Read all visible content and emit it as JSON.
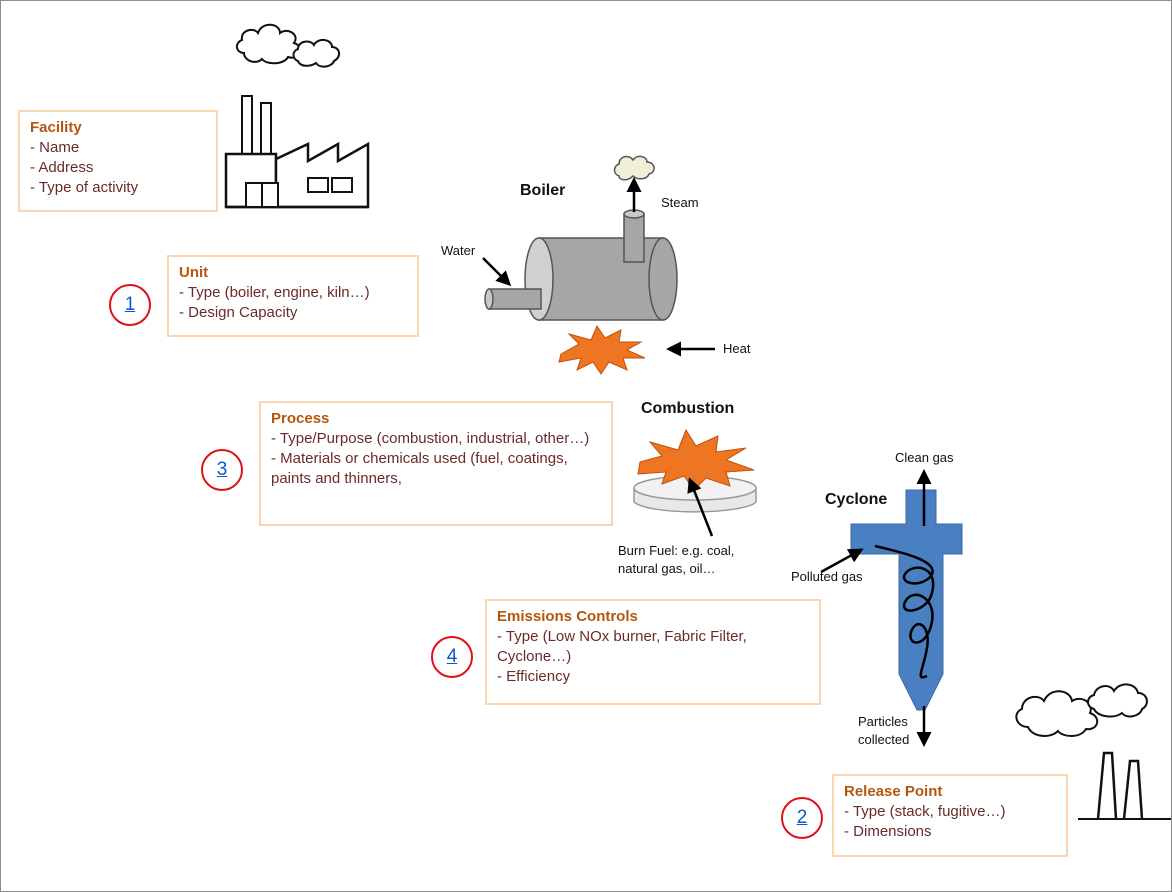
{
  "facility": {
    "title": "Facility",
    "lines": [
      "- Name",
      "- Address",
      "- Type of activity"
    ]
  },
  "unit": {
    "badge": "1",
    "title": "Unit",
    "lines": [
      "- Type (boiler, engine, kiln…)",
      "- Design Capacity"
    ]
  },
  "process": {
    "badge": "3",
    "title": "Process",
    "line1": "- Type/Purpose (combustion, industrial, other…)",
    "line2": "- Materials or chemicals used (fuel, coatings, paints and thinners,"
  },
  "controls": {
    "badge": "4",
    "title": "Emissions Controls",
    "line1": "- Type (Low NOx burner, Fabric Filter, Cyclone…)",
    "line2": "- Efficiency"
  },
  "release": {
    "badge": "2",
    "title": "Release Point",
    "lines": [
      "- Type (stack, fugitive…)",
      "- Dimensions"
    ]
  },
  "boiler": {
    "title": "Boiler",
    "water": "Water",
    "steam": "Steam",
    "heat": "Heat"
  },
  "combustion": {
    "title": "Combustion",
    "fuel1": "Burn Fuel: e.g. coal,",
    "fuel2": "natural gas, oil…"
  },
  "cyclone": {
    "title": "Cyclone",
    "clean": "Clean gas",
    "polluted": "Polluted gas",
    "particles1": "Particles",
    "particles2": "collected"
  },
  "colors": {
    "box_border": "#fbd5b0",
    "title": "#b5560d",
    "text": "#6b2a2a",
    "badge_ring": "#e0101a",
    "link": "#1155cc",
    "cyclone": "#4a7fc1",
    "flame": "#ee7522",
    "boiler": "#a6a6a6"
  }
}
